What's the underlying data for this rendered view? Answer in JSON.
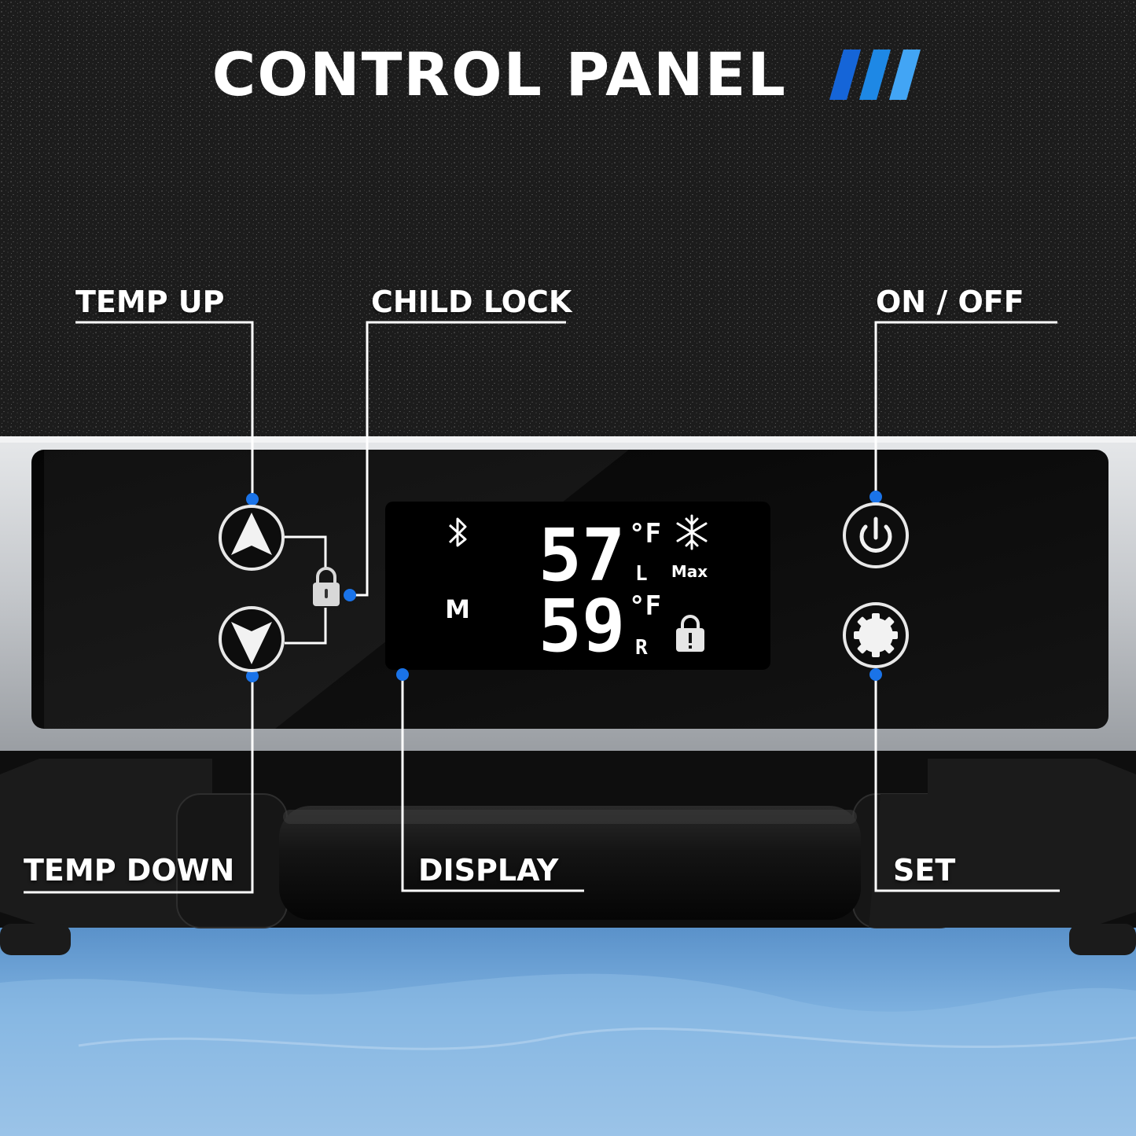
{
  "title": "CONTROL PANEL",
  "colors": {
    "accent": "#1a73e8",
    "panel_glass": "#0b0b0b",
    "frame": "#cfd2d6",
    "ice": "#7eb3e0",
    "lcd_text": "#ffffff"
  },
  "callouts": {
    "temp_up": "TEMP UP",
    "child_lock": "CHILD LOCK",
    "on_off": "ON / OFF",
    "temp_down": "TEMP DOWN",
    "display": "DISPLAY",
    "set": "SET"
  },
  "display": {
    "icon_bluetooth": "bluetooth-icon",
    "mode": "M",
    "upper_temp": "57",
    "upper_unit": "°F",
    "upper_zone": "L",
    "upper_icon": "snowflake-icon",
    "mode_max": "Max",
    "lower_temp": "59",
    "lower_unit": "°F",
    "lower_zone": "R",
    "lower_icon": "lock-alert-icon"
  },
  "buttons": {
    "up": "up-arrow-icon",
    "down": "down-arrow-icon",
    "power": "power-icon",
    "set": "gear-icon",
    "lock": "padlock-icon"
  }
}
